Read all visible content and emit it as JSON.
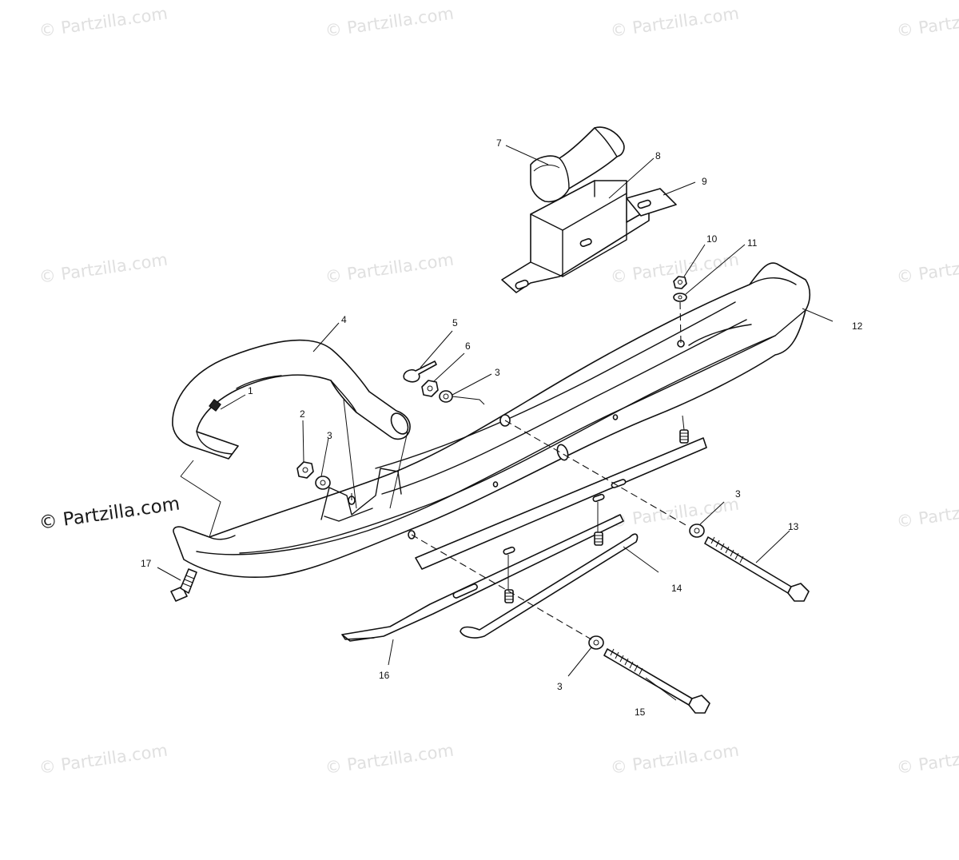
{
  "watermark": {
    "text": "© Partzilla.com",
    "main_text": "© Partzilla.com"
  },
  "callouts": [
    {
      "id": "c1",
      "label": "1"
    },
    {
      "id": "c2",
      "label": "2"
    },
    {
      "id": "c3a",
      "label": "3"
    },
    {
      "id": "c3b",
      "label": "3"
    },
    {
      "id": "c3c",
      "label": "3"
    },
    {
      "id": "c3d",
      "label": "3"
    },
    {
      "id": "c4",
      "label": "4"
    },
    {
      "id": "c5",
      "label": "5"
    },
    {
      "id": "c6",
      "label": "6"
    },
    {
      "id": "c7",
      "label": "7"
    },
    {
      "id": "c8",
      "label": "8"
    },
    {
      "id": "c9",
      "label": "9"
    },
    {
      "id": "c10",
      "label": "10"
    },
    {
      "id": "c11",
      "label": "11"
    },
    {
      "id": "c12",
      "label": "12"
    },
    {
      "id": "c13",
      "label": "13"
    },
    {
      "id": "c14",
      "label": "14"
    },
    {
      "id": "c15",
      "label": "15"
    },
    {
      "id": "c16",
      "label": "16"
    },
    {
      "id": "c17",
      "label": "17"
    }
  ]
}
